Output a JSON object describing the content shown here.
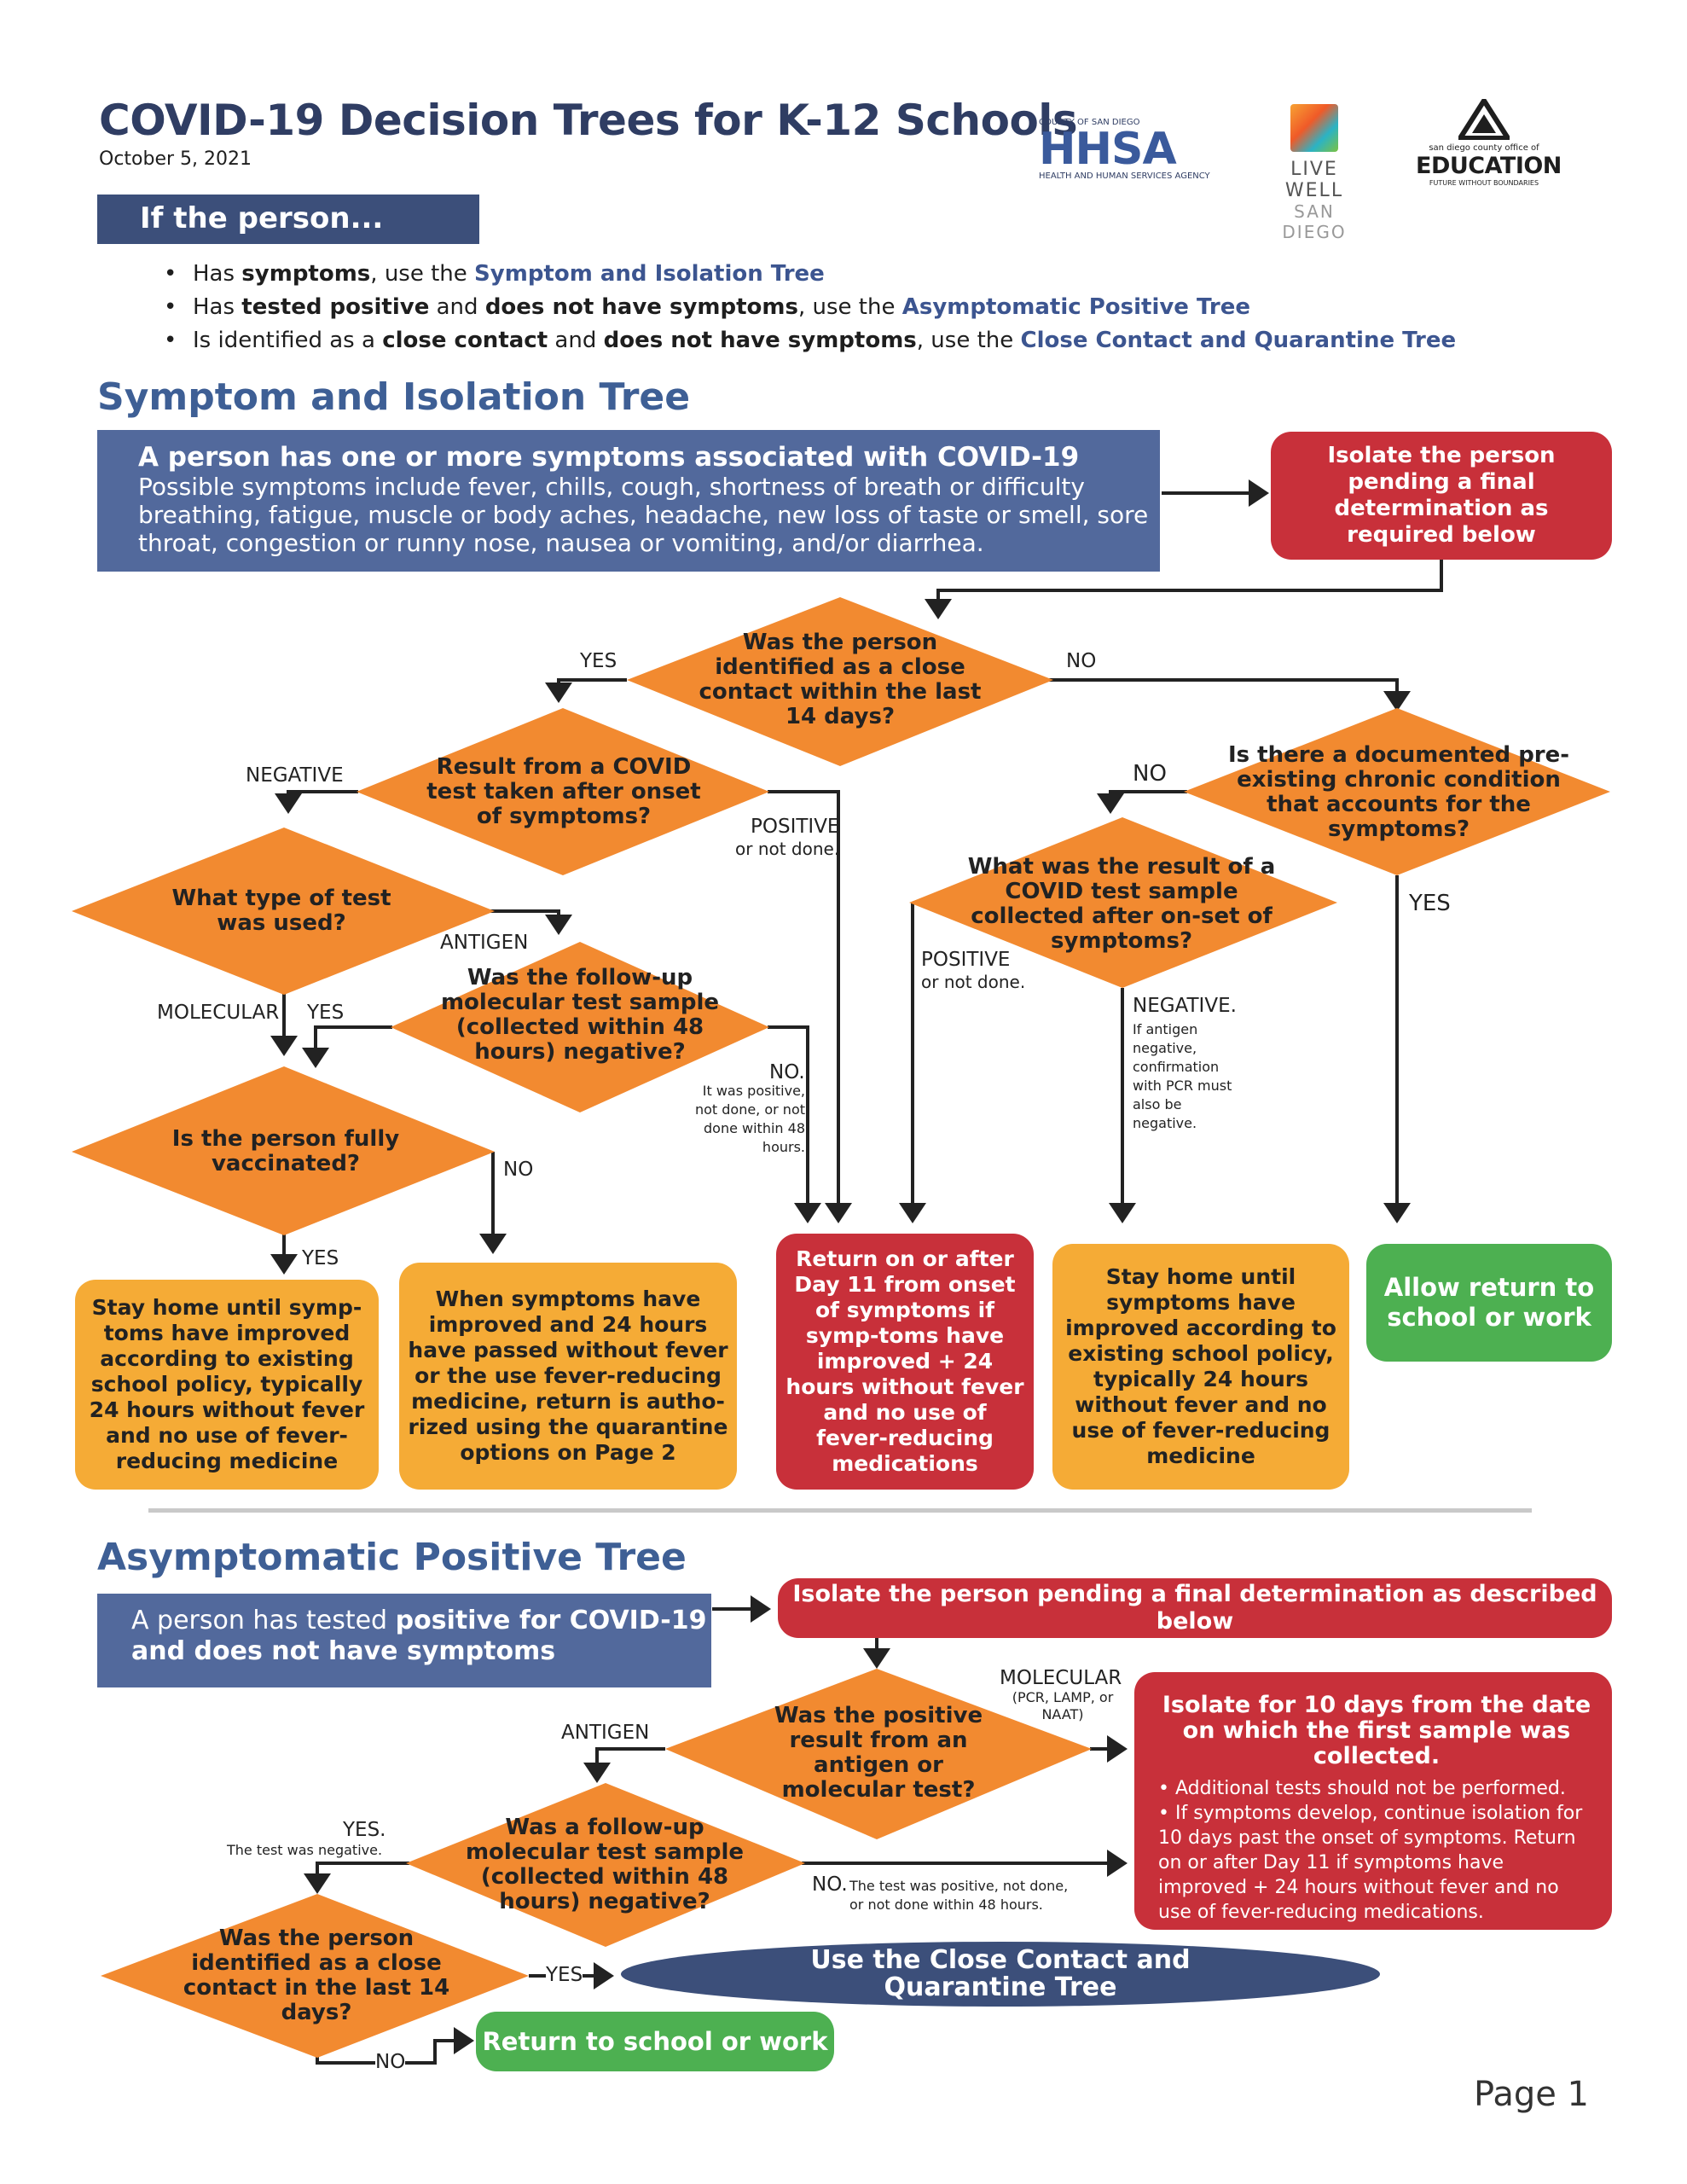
{
  "header": {
    "title": "COVID-19 Decision Trees for K-12 Schools",
    "date": "October 5, 2021",
    "logos": {
      "hhsa_top": "COUNTY OF SAN DIEGO",
      "hhsa_main": "HHSA",
      "hhsa_sub": "HEALTH AND HUMAN SERVICES AGENCY",
      "livewell_1": "LIVE WELL",
      "livewell_2": "SAN DIEGO",
      "edu_top": "san diego county office of",
      "edu_main": "EDUCATION",
      "edu_tag": "FUTURE WITHOUT BOUNDARIES"
    }
  },
  "intro": {
    "heading": "If the person...",
    "bullets": [
      {
        "a": "Has ",
        "b": "symptoms",
        "c": ", use the ",
        "d": "Symptom and Isolation Tree"
      },
      {
        "a": "Has ",
        "b": "tested positive",
        "c": " and ",
        "e": "does not have symptoms",
        "f": ", use the ",
        "d": "Asymptomatic Positive Tree"
      },
      {
        "a": "Is identified as a ",
        "b": "close contact",
        "c": " and ",
        "e": "does not have symptoms",
        "f": ", use the ",
        "d": "Close Contact and Quarantine Tree"
      }
    ]
  },
  "symptom_tree": {
    "heading": "Symptom and Isolation Tree",
    "start_title": "A person has one or more symptoms associated with COVID-19",
    "start_body": "Possible symptoms include fever, chills, cough, shortness of breath or difficulty breathing, fatigue, muscle or body aches, headache, new loss of taste or smell, sore throat, congestion or runny nose, nausea or vomiting, and/or diarrhea.",
    "isolate": "Isolate the person pending a final determination as required below",
    "q_close_contact": "Was the person identified as a close contact within the last 14 days?",
    "q_result": "Result from a COVID test taken after onset of symptoms?",
    "q_chronic": "Is there a documented pre-existing chronic condition that accounts for the symptoms?",
    "q_test_type": "What type of test was used?",
    "q_followup": "Was the follow-up molecular test sample (collected within 48 hours) negative?",
    "q_covid_result": "What was the result of a COVID test sample collected after on-set of symptoms?",
    "q_vaccinated": "Is the person fully vaccinated?",
    "labels": {
      "yes1": "YES",
      "no1": "NO",
      "negative": "NEGATIVE",
      "positive": "POSITIVE",
      "positive_note": "or not done.",
      "no_chronic": "NO",
      "yes_chronic": "YES",
      "antigen": "ANTIGEN",
      "molecular": "MOLECULAR",
      "yes_followup": "YES",
      "no_followup": "NO.",
      "no_followup_note": "It was positive, not done, or not done within 48 hours.",
      "positive2": "POSITIVE",
      "positive2_note": "or not done.",
      "negative2": "NEGATIVE.",
      "negative2_note": "If antigen negative, confirmation with PCR must also be negative.",
      "no_vacc": "NO",
      "yes_vacc": "YES"
    },
    "out_stay_home_1": "Stay home until symp-toms have improved according to existing school policy, typically 24 hours without fever and no use of fever-reducing medicine",
    "out_when_symptoms": "When symptoms have improved and 24 hours have passed without fever or the use fever-reducing medicine, return is autho-rized using the quarantine options on Page 2",
    "out_return_day11": "Return on or after Day 11 from onset of symptoms if symp-toms have improved + 24 hours without fever and no use of fever-reducing medications",
    "out_stay_home_2": "Stay home until symptoms have improved according to existing school policy, typically 24 hours without fever and no use of fever-reducing medicine",
    "out_allow_return": "Allow return to school or work"
  },
  "asym_tree": {
    "heading": "Asymptomatic Positive Tree",
    "start_a": "A person has tested ",
    "start_b": "positive for COVID-19 and does not have symptoms",
    "isolate": "Isolate the person pending a final determination as described below",
    "q_type": "Was the positive result from an antigen or molecular test?",
    "q_followup": "Was a follow-up molecular test sample (collected within 48 hours) negative?",
    "q_close": "Was the person identified as a close contact in the last 14 days?",
    "labels": {
      "molecular": "MOLECULAR",
      "molecular_note": "(PCR, LAMP, or NAAT)",
      "antigen": "ANTIGEN",
      "yes": "YES.",
      "yes_note": "The test was negative.",
      "no": "NO.",
      "no_note": "The test was positive, not done, or not done within 48 hours.",
      "yes2": "YES",
      "no2": "NO"
    },
    "iso10_title": "Isolate for 10 days from the date on which the first sample was collected.",
    "iso10_b1": "• Additional tests should not be performed.",
    "iso10_b2": "• If symptoms develop, continue isolation for 10 days past the onset of symptoms. Return on or after Day 11 if symptoms have improved + 24 hours without fever and no use of fever-reducing medications.",
    "use_close_contact": "Use the Close Contact and Quarantine Tree",
    "return": "Return to school or work"
  },
  "footer": {
    "page": "Page 1"
  },
  "colors": {
    "navy": "#3c4f7a",
    "blue_box": "#52699c",
    "orange": "#f28a30",
    "red": "#c8303a",
    "yellow": "#f5ab36",
    "green": "#4db051",
    "heading": "#3e5f95"
  }
}
